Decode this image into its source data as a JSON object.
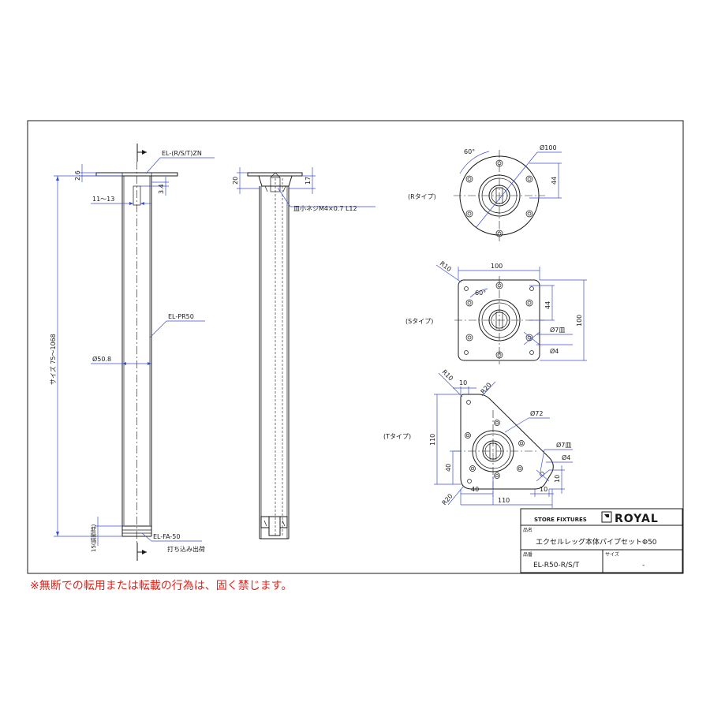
{
  "left_view": {
    "ref_top": "EL-(R/S/T)ZN",
    "dim_26": "2.6",
    "dim_34": "3.4",
    "dim_1113": "11～13",
    "size_label": "サイズ 75～1068",
    "pipe_label": "EL-PR50",
    "dia_label": "Ø50.8",
    "adjust_label": "15(調節時)",
    "foot_label": "EL-FA-50",
    "foot_note": "打ち込み出荷"
  },
  "middle_view": {
    "dim_20": "20",
    "dim_17": "17",
    "screw_label": "皿小ネジM4×0.7 L12"
  },
  "r_type": {
    "label": "(Rタイプ)",
    "angle": "60°",
    "dia": "Ø100",
    "dim_44": "44"
  },
  "s_type": {
    "label": "(Sタイプ)",
    "radius": "R10",
    "width": "100",
    "angle": "60°",
    "dim_44": "44",
    "height": "100",
    "hole_csk": "Ø7皿",
    "hole": "Ø4"
  },
  "t_type": {
    "label": "(Tタイプ)",
    "r10": "R10",
    "dim_10_top": "10",
    "r20_top": "R20",
    "dia_72": "Ø72",
    "height_110": "110",
    "hole_csk": "Ø7皿",
    "hole": "Ø4",
    "dim_40_v": "40",
    "dim_10_v": "10",
    "r20_bottom": "R20",
    "dim_40_h": "40",
    "dim_10_h": "10",
    "width_110": "110"
  },
  "title_block": {
    "store": "STORE FIXTURES",
    "brand": "ROYAL",
    "name_caption": "品名",
    "product_name": "エクセルレッグ本体パイプセットΦ50",
    "code_caption": "品番",
    "code": "EL-R50-R/S/T",
    "size_caption": "サイズ",
    "size_value": "-"
  },
  "notice": "※無断での転用または転載の行為は、固く禁じます。"
}
